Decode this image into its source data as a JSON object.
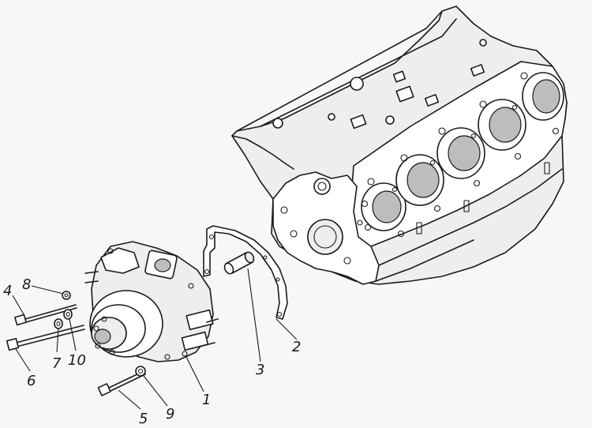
{
  "callouts": {
    "c1": "1",
    "c2": "2",
    "c3": "3",
    "c4": "4",
    "c5": "5",
    "c6": "6",
    "c7": "7",
    "c8": "8",
    "c9": "9",
    "c10": "10"
  },
  "colors": {
    "line": "#1a1a1a",
    "background": "#f7f7f5",
    "shade": "#bdbdbb"
  }
}
